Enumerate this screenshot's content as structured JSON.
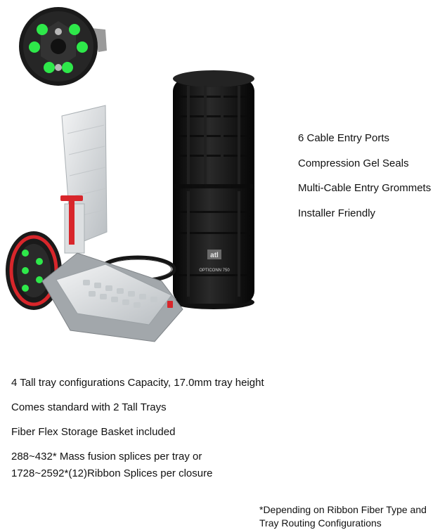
{
  "product": {
    "brand_logo_text": "atl",
    "model_text": "OPTICONN 750"
  },
  "features_right": [
    "6 Cable Entry Ports",
    "Compression Gel Seals",
    "Multi-Cable Entry Grommets",
    "Installer Friendly"
  ],
  "features_bottom": [
    "4 Tall tray configurations Capacity, 17.0mm tray height",
    "Comes standard with 2 Tall Trays",
    "Fiber Flex Storage Basket included"
  ],
  "capacity": {
    "line1": "288~432* Mass fusion splices per tray or",
    "line2": "1728~2592*(12)Ribbon Splices per closure"
  },
  "footnote": {
    "line1": "*Depending on Ribbon Fiber Type and",
    "line2": "Tray Routing Configurations"
  },
  "colors": {
    "closure_body": "#151515",
    "port_green": "#2ee84a",
    "handle_red": "#d8262b",
    "tray_gray": "#cfd3d6"
  }
}
